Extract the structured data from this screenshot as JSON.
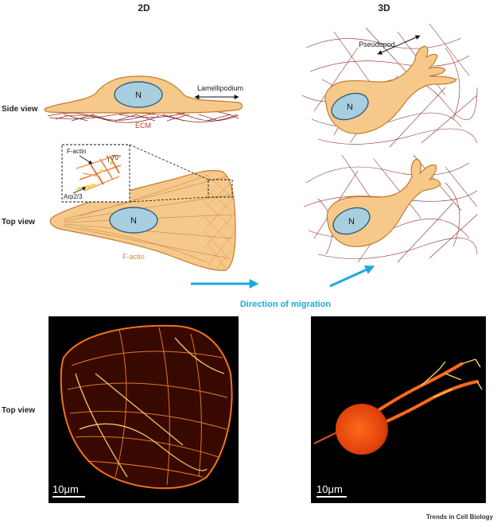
{
  "headers": {
    "left": "2D",
    "right": "3D"
  },
  "row_labels": {
    "side_view": "Side view",
    "top_view": "Top view",
    "micrograph_top_view": "Top view"
  },
  "labels": {
    "lamellipodium": "Lamellipodium",
    "ecm": "ECM",
    "nucleus": "N",
    "f_actin_inset": "F-actin",
    "angle": "70°",
    "arp23": "Arp2/3",
    "f_actin_cell": "F-actin",
    "pseudopod": "Pseudopod",
    "direction": "Direction of migration"
  },
  "scale_bars": {
    "left": "10μm",
    "right": "10μm"
  },
  "credit": "Trends in Cell Biology",
  "colors": {
    "cell_fill": "#f6c98a",
    "cell_stroke": "#c27a2e",
    "nucleus_fill": "#a8cfe0",
    "nucleus_stroke": "#2f5f7a",
    "ecm_fiber": "#8b2a2a",
    "ecm_label": "#c0392b",
    "factin_label": "#d0883a",
    "arrow": "#1fa8e0",
    "micrograph_bg": "#000000",
    "actin_glow": "#ff7a1a"
  }
}
